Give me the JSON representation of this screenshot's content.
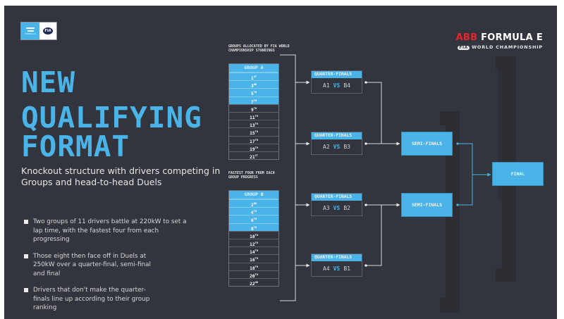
{
  "logos": {
    "left": {
      "primary": "formula-e-logo",
      "primary_text": "FORMULA E",
      "secondary": "fia-logo",
      "secondary_text": "FIA"
    },
    "right": {
      "sponsor": "ABB",
      "title": "FORMULA E",
      "fia": "FIA",
      "subtitle": "WORLD CHAMPIONSHIP"
    }
  },
  "headline": {
    "lines": [
      "NEW",
      "QUALIFYING",
      "FORMAT"
    ]
  },
  "subtitle": "Knockout structure with drivers competing in Groups and head-to-head Duels",
  "bullets": [
    "Two groups of 11 drivers battle at 220kW to set a lap time, with the fastest four from each progressing",
    "Those eight then face off in Duels at 250kW over a quarter-final, semi-final and final",
    "Drivers that don't make the quarter-finals line up according to their group ranking"
  ],
  "captions": {
    "groups_allocated": "GROUPS ALLOCATED BY FIA WORLD CHAMPIONSHIP STANDINGS",
    "fastest_four": "FASTEST FOUR FROM EACH GROUP PROGRESS"
  },
  "group_a": {
    "title": "GROUP A",
    "rows": [
      {
        "n": "1",
        "s": "ST",
        "q": true
      },
      {
        "n": "3",
        "s": "RD",
        "q": true
      },
      {
        "n": "5",
        "s": "TH",
        "q": true
      },
      {
        "n": "7",
        "s": "TH",
        "q": true
      },
      {
        "n": "9",
        "s": "TH",
        "q": false
      },
      {
        "n": "11",
        "s": "TH",
        "q": false
      },
      {
        "n": "13",
        "s": "TH",
        "q": false
      },
      {
        "n": "15",
        "s": "TH",
        "q": false
      },
      {
        "n": "17",
        "s": "TH",
        "q": false
      },
      {
        "n": "19",
        "s": "TH",
        "q": false
      },
      {
        "n": "21",
        "s": "ST",
        "q": false
      }
    ]
  },
  "group_b": {
    "title": "GROUP B",
    "rows": [
      {
        "n": "2",
        "s": "ND",
        "q": true
      },
      {
        "n": "4",
        "s": "TH",
        "q": true
      },
      {
        "n": "6",
        "s": "TH",
        "q": true
      },
      {
        "n": "8",
        "s": "TH",
        "q": true
      },
      {
        "n": "10",
        "s": "TH",
        "q": false
      },
      {
        "n": "12",
        "s": "TH",
        "q": false
      },
      {
        "n": "14",
        "s": "TH",
        "q": false
      },
      {
        "n": "16",
        "s": "TH",
        "q": false
      },
      {
        "n": "18",
        "s": "TH",
        "q": false
      },
      {
        "n": "20",
        "s": "TH",
        "q": false
      },
      {
        "n": "22",
        "s": "ND",
        "q": false
      }
    ]
  },
  "quarter_finals": [
    {
      "label": "QUARTER-FINALS",
      "left": "A1",
      "vs": "VS",
      "right": "B4"
    },
    {
      "label": "QUARTER-FINALS",
      "left": "A2",
      "vs": "VS",
      "right": "B3"
    },
    {
      "label": "QUARTER-FINALS",
      "left": "A3",
      "vs": "VS",
      "right": "B2"
    },
    {
      "label": "QUARTER-FINALS",
      "left": "A4",
      "vs": "VS",
      "right": "B1"
    }
  ],
  "semi_finals": [
    {
      "label": "SEMI-FINALS"
    },
    {
      "label": "SEMI-FINALS"
    }
  ],
  "final": {
    "label": "FINAL"
  },
  "colors": {
    "background": "#32353d",
    "accent": "#4ab3e8",
    "abb_red": "#e2262f",
    "connector": "#d9d9d9"
  }
}
